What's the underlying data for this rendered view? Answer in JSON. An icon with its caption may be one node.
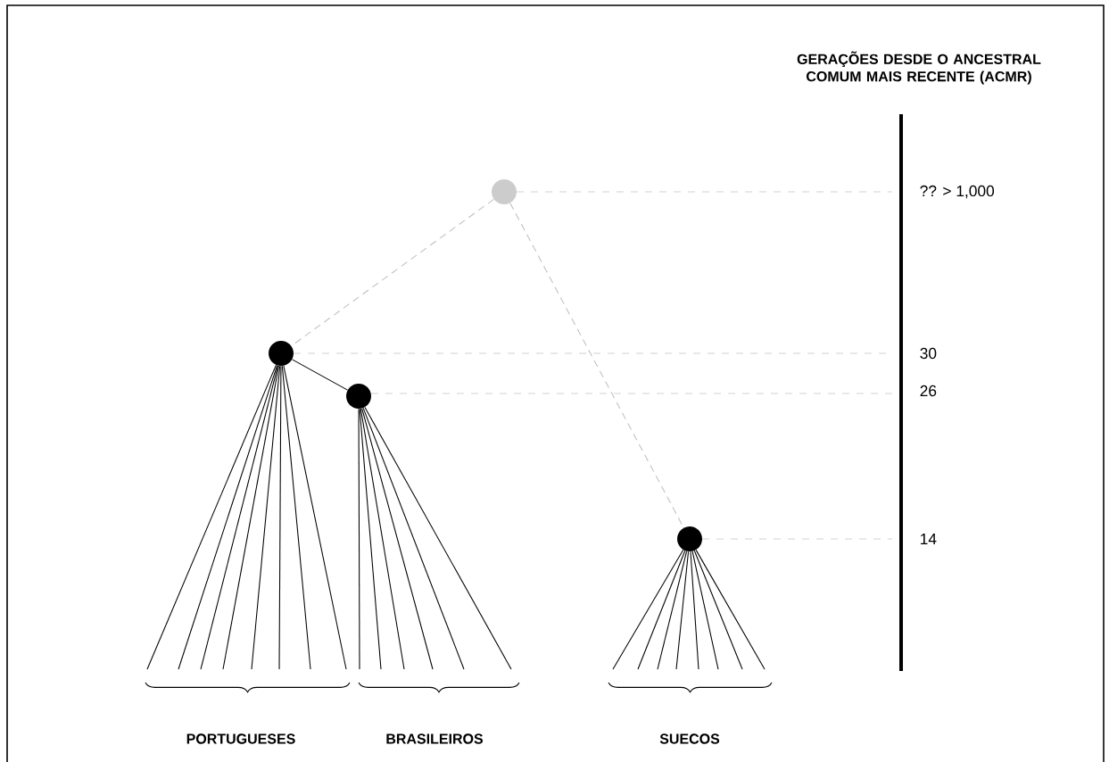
{
  "diagram": {
    "nodes": [
      {
        "text": [],
        "shape": "circle"
      },
      {
        "text": [],
        "shape": "circle"
      },
      {
        "text": [],
        "shape": "circle"
      },
      {
        "text": [],
        "shape": "circle"
      }
    ],
    "edges": [
      {
        "from": 0,
        "to": 1,
        "arrow": "none",
        "style": "dashed",
        "color": "#c0c0c0"
      },
      {
        "from": 0,
        "to": 3,
        "arrow": "none",
        "style": "dashed",
        "color": "#c0c0c0"
      },
      {
        "from": 1,
        "to": 2,
        "arrow": "none"
      },
      {
        "from": 1,
        "to": null,
        "arrow": "none"
      },
      {
        "from": 1,
        "to": null,
        "arrow": "none"
      },
      {
        "from": 1,
        "to": null,
        "arrow": "none"
      },
      {
        "from": 1,
        "to": null,
        "arrow": "none"
      },
      {
        "from": 1,
        "to": null,
        "arrow": "none"
      },
      {
        "from": 1,
        "to": null,
        "arrow": "none"
      },
      {
        "from": 1,
        "to": null,
        "arrow": "none"
      },
      {
        "from": 1,
        "to": null,
        "arrow": "none"
      },
      {
        "from": 2,
        "to": null,
        "arrow": "none"
      },
      {
        "from": 2,
        "to": null,
        "arrow": "none"
      },
      {
        "from": 2,
        "to": null,
        "arrow": "none"
      },
      {
        "from": 2,
        "to": null,
        "arrow": "none"
      },
      {
        "from": 2,
        "to": null,
        "arrow": "none"
      },
      {
        "from": 2,
        "to": null,
        "arrow": "none"
      },
      {
        "from": 3,
        "to": null,
        "arrow": "none"
      },
      {
        "from": 3,
        "to": null,
        "arrow": "none"
      },
      {
        "from": 3,
        "to": null,
        "arrow": "none"
      },
      {
        "from": 3,
        "to": null,
        "arrow": "none"
      },
      {
        "from": 3,
        "to": null,
        "arrow": "none"
      },
      {
        "from": 3,
        "to": null,
        "arrow": "none"
      },
      {
        "from": 3,
        "to": null,
        "arrow": "none"
      },
      {
        "from": 3,
        "to": null,
        "arrow": "none"
      }
    ],
    "labels": [
      "GERAÇÕES DESDE O ANCESTRAL COMUM MAIS RECENTE (ACMR)",
      "?? > 1,000",
      "30",
      "26",
      "14",
      "PORTUGUESES",
      "BRASILEIROS",
      "SUECOS"
    ]
  }
}
